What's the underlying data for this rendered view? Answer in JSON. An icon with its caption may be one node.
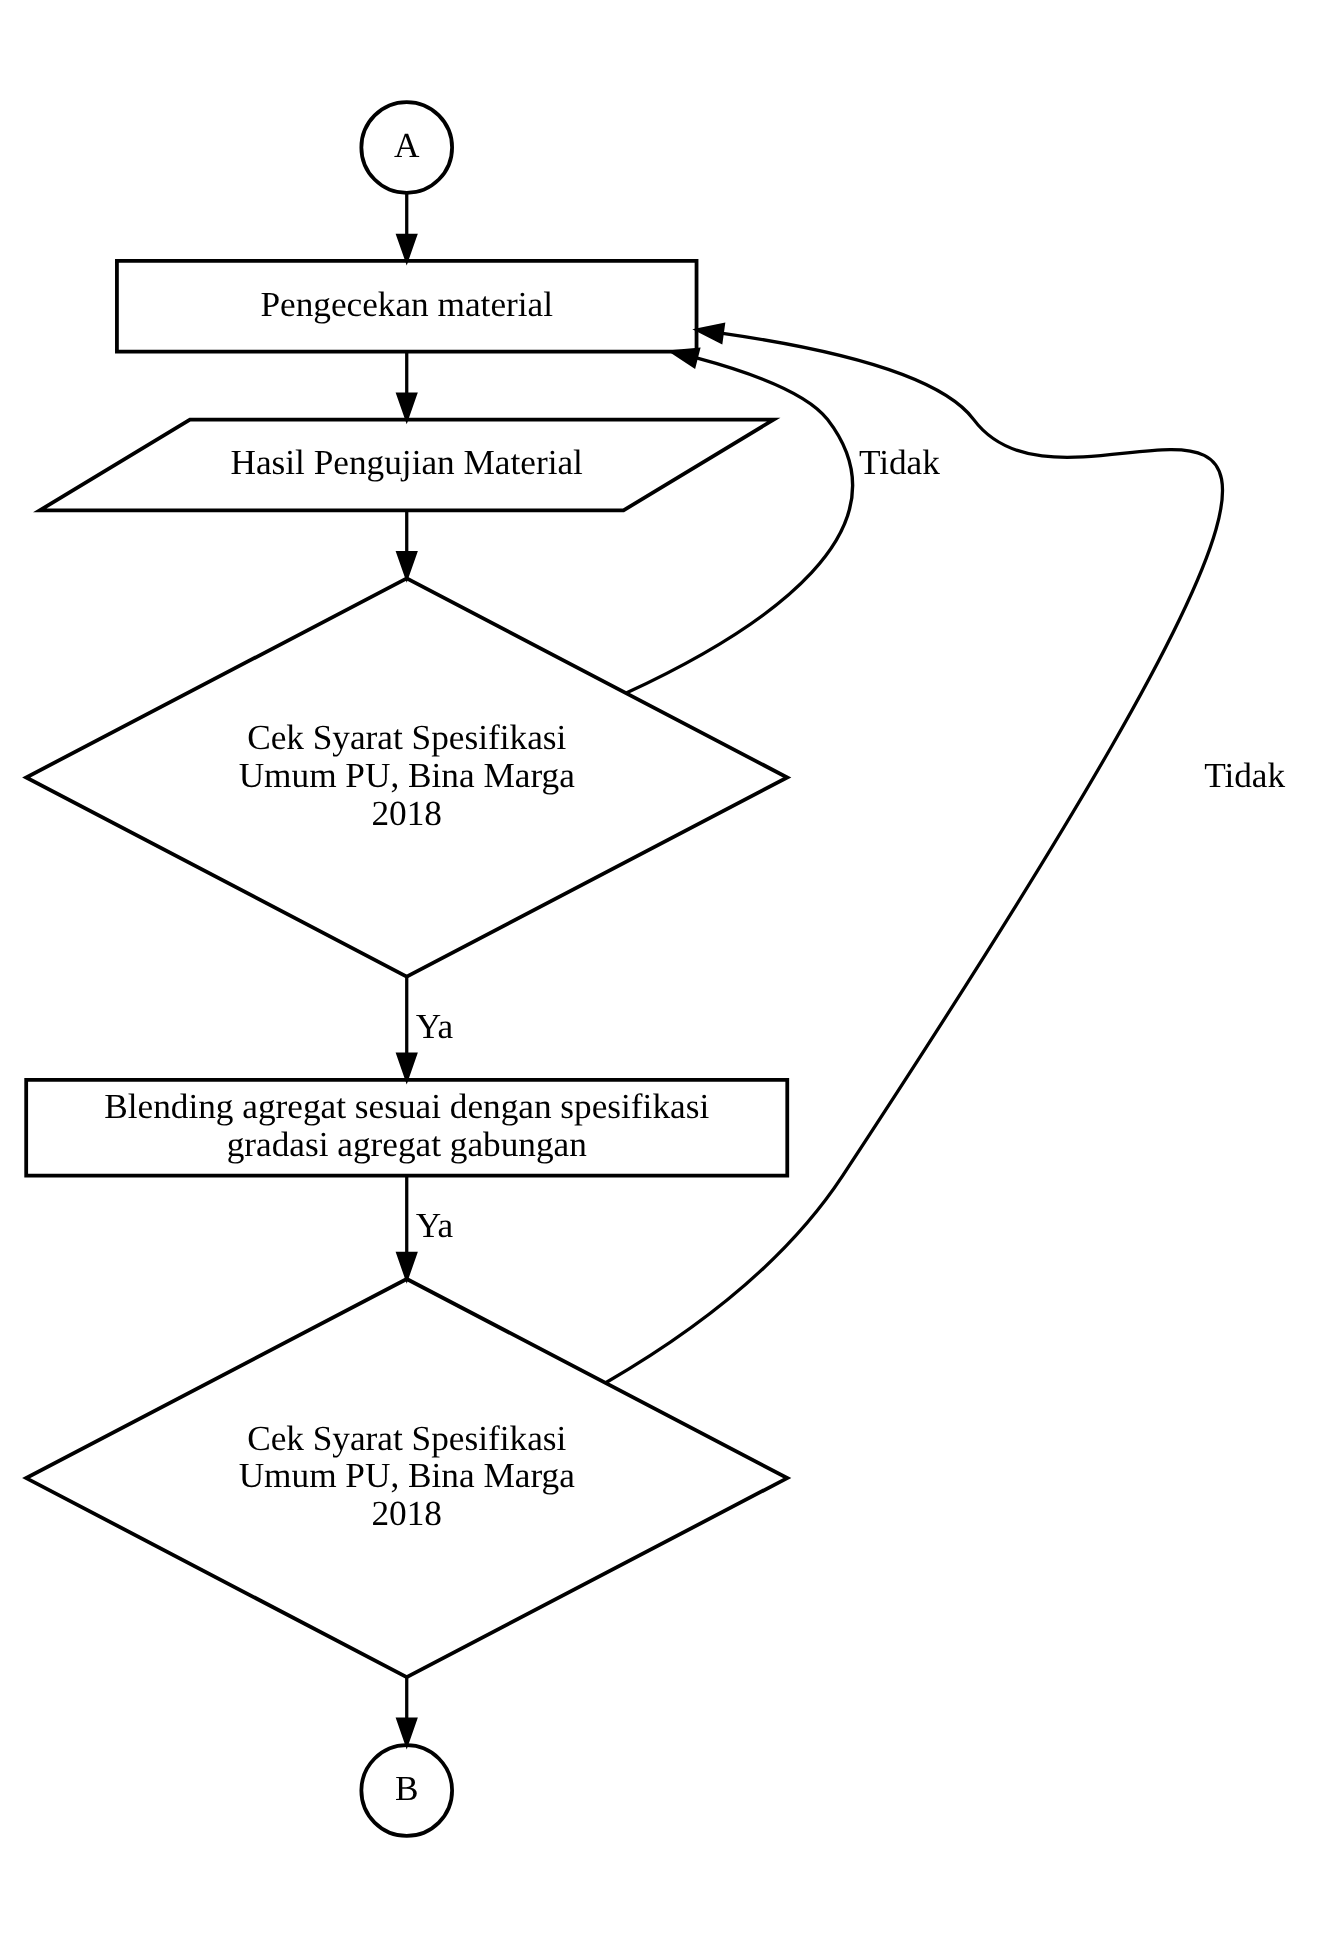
{
  "diagram": {
    "nodes": [
      {
        "text": [
          "A"
        ]
      },
      {
        "text": [
          "Pengecekan material"
        ]
      },
      {
        "text": [
          "Hasil Pengujian Material"
        ]
      },
      {
        "text": [
          "Cek Syarat Spesifikasi Umum PU, Bina Marga 2018"
        ]
      },
      {
        "text": [
          "Blending agregat sesuai dengan spesifikasi gradasi agregat gabungan"
        ]
      },
      {
        "text": [
          "Cek Syarat Spesifikasi Umum PU, Bina Marga 2018"
        ]
      },
      {
        "text": [
          "B"
        ]
      }
    ],
    "edges": [
      {
        "from": 0,
        "to": 1,
        "arrow": "to"
      },
      {
        "from": 1,
        "to": 2,
        "arrow": "to"
      },
      {
        "from": 2,
        "to": 3,
        "arrow": "to"
      },
      {
        "from": 3,
        "to": 4,
        "arrow": "to",
        "label": "Ya"
      },
      {
        "from": 3,
        "to": 1,
        "arrow": "to",
        "label": "Tidak"
      },
      {
        "from": 4,
        "to": 5,
        "arrow": "to",
        "label": "Ya"
      },
      {
        "from": 5,
        "to": 1,
        "arrow": "to",
        "label": "Tidak"
      },
      {
        "from": 5,
        "to": 6,
        "arrow": "to"
      }
    ]
  }
}
